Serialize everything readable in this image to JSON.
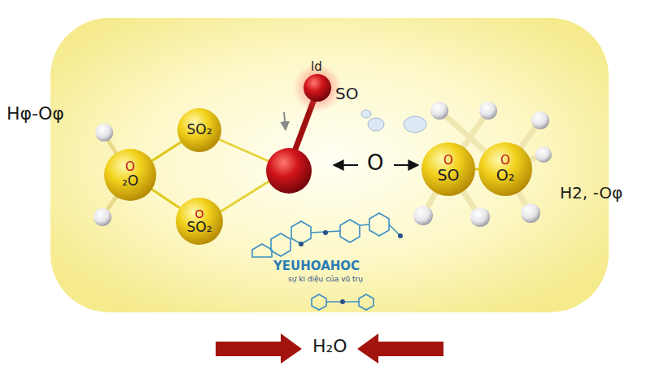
{
  "diagram": {
    "nodes": [
      {
        "text": [
          "O",
          "₂O"
        ]
      },
      {
        "text": [
          "SO₂"
        ]
      },
      {
        "text": [
          "O",
          "SO₂"
        ]
      },
      {
        "text": [
          "O",
          "SO"
        ]
      },
      {
        "text": [
          "O",
          "O₂"
        ]
      }
    ],
    "edges": [
      {
        "from": 0,
        "to": 1,
        "arrow": "none"
      },
      {
        "from": 0,
        "to": 2,
        "arrow": "none"
      },
      {
        "from": 3,
        "to": 4,
        "arrow": "none"
      }
    ],
    "labels": [
      "Hφ-Oφ",
      "ld",
      "SO",
      "O",
      "H2, -Oφ",
      "H₂O",
      "YEUHOAHOC",
      "sự kì diệu của vũ trụ"
    ]
  }
}
